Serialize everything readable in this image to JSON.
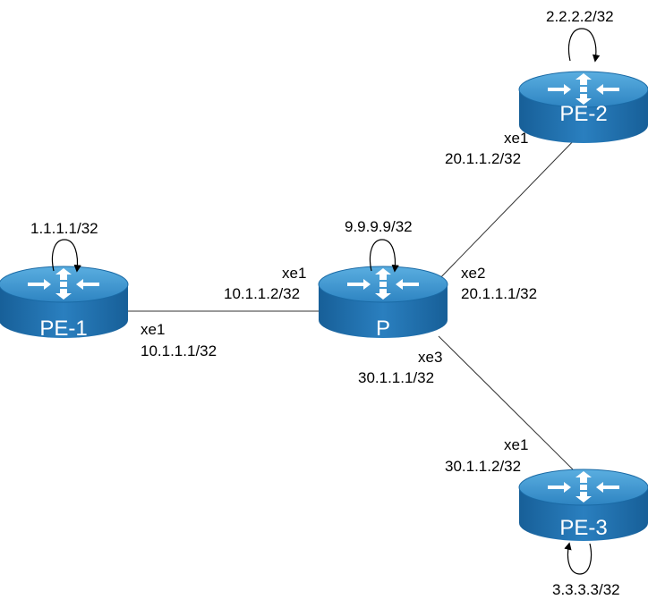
{
  "colors": {
    "router_top": "#3d95cc",
    "router_body": "#1f6fae",
    "router_edge": "#165c94",
    "link": "#333333",
    "loop": "#000000"
  },
  "icons": {
    "router": "router-icon",
    "loopback": "loopback-arrow-icon"
  },
  "routers": {
    "pe1": {
      "name": "PE-1",
      "loopback": "1.1.1.1/32"
    },
    "p": {
      "name": "P",
      "loopback": "9.9.9.9/32"
    },
    "pe2": {
      "name": "PE-2",
      "loopback": "2.2.2.2/32"
    },
    "pe3": {
      "name": "PE-3",
      "loopback": "3.3.3.3/32"
    }
  },
  "links": {
    "pe1_p": {
      "pe1_if": "xe1",
      "pe1_ip": "10.1.1.1/32",
      "p_if": "xe1",
      "p_ip": "10.1.1.2/32"
    },
    "p_pe2": {
      "p_if": "xe2",
      "p_ip": "20.1.1.1/32",
      "pe2_if": "xe1",
      "pe2_ip": "20.1.1.2/32"
    },
    "p_pe3": {
      "p_if": "xe3",
      "p_ip": "30.1.1.1/32",
      "pe3_if": "xe1",
      "pe3_ip": "30.1.1.2/32"
    }
  }
}
